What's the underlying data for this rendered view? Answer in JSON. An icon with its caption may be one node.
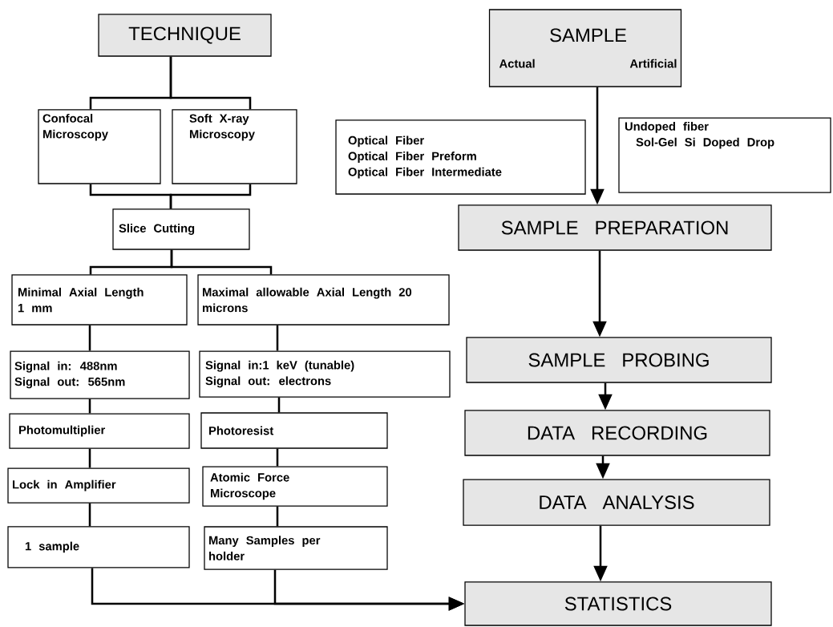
{
  "diagram": {
    "nodes": [
      {
        "text": [
          "TECHNIQUE"
        ]
      },
      {
        "text": [
          "Confocal Microscopy"
        ]
      },
      {
        "text": [
          "Soft X-ray Microscopy"
        ]
      },
      {
        "text": [
          "Slice Cutting"
        ]
      },
      {
        "text": [
          "Minimal Axial Length 1 mm"
        ]
      },
      {
        "text": [
          "Maximal allowable Axial Length 20 microns"
        ]
      },
      {
        "text": [
          "Signal in: 488nm",
          "Signal out: 565nm"
        ]
      },
      {
        "text": [
          "Signal in:1 keV (tunable)",
          "Signal out: electrons"
        ]
      },
      {
        "text": [
          "Photomultiplier"
        ]
      },
      {
        "text": [
          "Photoresist"
        ]
      },
      {
        "text": [
          "Lock in Amplifier"
        ]
      },
      {
        "text": [
          "Atomic Force Microscope"
        ]
      },
      {
        "text": [
          "1 sample"
        ]
      },
      {
        "text": [
          "Many Samples per holder"
        ]
      },
      {
        "text": [
          "SAMPLE",
          "Actual",
          "Artificial"
        ]
      },
      {
        "text": [
          "Optical Fiber",
          "Optical Fiber Preform",
          "Optical Fiber Intermediate"
        ]
      },
      {
        "text": [
          "Undoped fiber",
          "Sol-Gel Si Doped Drop"
        ]
      },
      {
        "text": [
          "SAMPLE PREPARATION"
        ]
      },
      {
        "text": [
          "SAMPLE PROBING"
        ]
      },
      {
        "text": [
          "DATA RECORDING"
        ]
      },
      {
        "text": [
          "DATA ANALYSIS"
        ]
      },
      {
        "text": [
          "STATISTICS"
        ]
      }
    ],
    "edges": [
      {
        "from": 0,
        "to": 1,
        "arrow": "none"
      },
      {
        "from": 0,
        "to": 2,
        "arrow": "none"
      },
      {
        "from": 1,
        "to": 3,
        "arrow": "none"
      },
      {
        "from": 2,
        "to": 3,
        "arrow": "none"
      },
      {
        "from": 3,
        "to": 4,
        "arrow": "none"
      },
      {
        "from": 3,
        "to": 5,
        "arrow": "none"
      },
      {
        "from": 4,
        "to": 6,
        "arrow": "none"
      },
      {
        "from": 6,
        "to": 8,
        "arrow": "none"
      },
      {
        "from": 8,
        "to": 10,
        "arrow": "none"
      },
      {
        "from": 10,
        "to": 12,
        "arrow": "none"
      },
      {
        "from": 5,
        "to": 7,
        "arrow": "none"
      },
      {
        "from": 7,
        "to": 9,
        "arrow": "none"
      },
      {
        "from": 9,
        "to": 11,
        "arrow": "none"
      },
      {
        "from": 11,
        "to": 13,
        "arrow": "none"
      },
      {
        "from": 12,
        "to": 21,
        "arrow": "to"
      },
      {
        "from": 13,
        "to": 21,
        "arrow": "to"
      },
      {
        "from": 14,
        "to": 17,
        "arrow": "to"
      },
      {
        "from": 17,
        "to": 18,
        "arrow": "to"
      },
      {
        "from": 18,
        "to": 19,
        "arrow": "to"
      },
      {
        "from": 19,
        "to": 20,
        "arrow": "to"
      },
      {
        "from": 20,
        "to": 21,
        "arrow": "to"
      }
    ]
  }
}
